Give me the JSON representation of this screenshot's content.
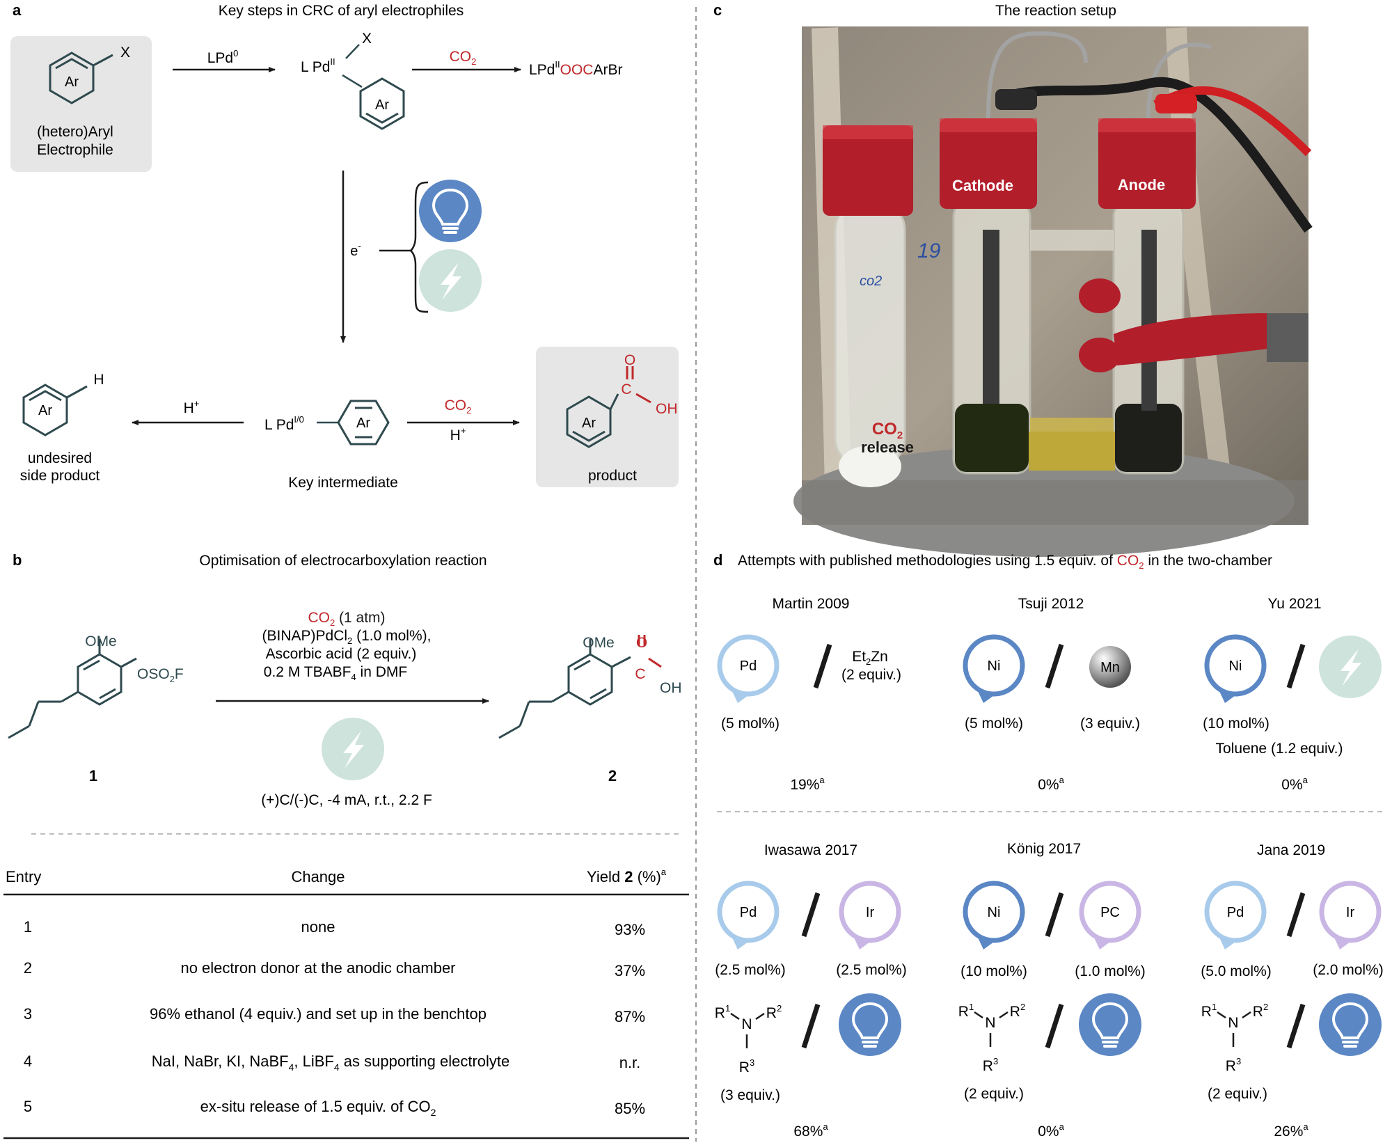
{
  "panel_a": {
    "letter": "a",
    "title": "Key steps in CRC of aryl electrophiles",
    "substrate_ring": "Ar",
    "substrate_x": "X",
    "substrate_label1": "(hetero)Aryl",
    "substrate_label2": "Electrophile",
    "arrow1_label": "LPd",
    "arrow1_sup": "0",
    "pd_l": "L Pd",
    "pd_sup": "II",
    "pd_x": "X",
    "pd_ring": "Ar",
    "arrow2_label": "CO",
    "arrow2_sub": "2",
    "product_text_pd": "LPd",
    "product_text_sup": "II",
    "product_text_red": "OOC",
    "product_text_end": "ArBr",
    "electron_label": "e",
    "electron_sup": "-",
    "intermediate_l": "L Pd",
    "intermediate_sup": "I/0",
    "intermediate_ring": "Ar",
    "intermediate_label": "Key intermediate",
    "left_arrow_label": "H",
    "left_arrow_sup": "+",
    "side_ring": "Ar",
    "side_h": "H",
    "side_label1": "undesired",
    "side_label2": "side product",
    "right_arrow_top": "CO",
    "right_arrow_top_sub": "2",
    "right_arrow_bottom": "H",
    "right_arrow_bottom_sup": "+",
    "product_ring": "Ar",
    "product_o": "O",
    "product_c": "C",
    "product_oh": "OH",
    "product_label": "product"
  },
  "panel_b": {
    "letter": "b",
    "title": "Optimisation of electrocarboxylation reaction",
    "cond1": "CO",
    "cond1_sub": "2",
    "cond1_end": " (1 atm)",
    "cond2": "(BINAP)PdCl",
    "cond2_sub": "2",
    "cond2_end": " (1.0 mol%),",
    "cond3": "Ascorbic acid (2 equiv.)",
    "cond4": "0.2 M TBABF",
    "cond4_sub": "4",
    "cond4_end": " in DMF",
    "cond5": "(+)C/(-)C, -4 mA, r.t., 2.2 F",
    "sm_ome": "OMe",
    "sm_oso2f": "OSO",
    "sm_oso2f_sub": "2",
    "sm_oso2f_end": "F",
    "sm_number": "1",
    "p_ome": "OMe",
    "p_o": "O",
    "p_c": "C",
    "p_oh": "OH",
    "p_number": "2",
    "table": {
      "headers": [
        "Entry",
        "Change",
        "Yield "
      ],
      "yield_bold": "2",
      "yield_end": " (%)",
      "yield_sup": "a",
      "rows": [
        {
          "entry": "1",
          "change": "none",
          "yield": "93%"
        },
        {
          "entry": "2",
          "change": "no electron donor at the anodic chamber",
          "yield": "37%"
        },
        {
          "entry": "3",
          "change": "96% ethanol (4 equiv.) and set up in the benchtop",
          "yield": "87%"
        },
        {
          "entry": "4",
          "change_parts": [
            "NaI, NaBr, KI, NaBF",
            "4",
            ", LiBF",
            "4",
            " as supporting electrolyte"
          ],
          "yield": "n.r."
        },
        {
          "entry": "5",
          "change_parts": [
            "ex-situ release of 1.5 equiv. of CO",
            "2"
          ],
          "yield": "85%"
        }
      ]
    }
  },
  "panel_c": {
    "letter": "c",
    "title": "The reaction setup",
    "cathode": "Cathode",
    "anode": "Anode",
    "co2": "CO",
    "co2_sub": "2",
    "release": "release",
    "tube_mark": "19",
    "tube_note": "co2"
  },
  "panel_d": {
    "letter": "d",
    "title_start": "Attempts with published methodologies using 1.5 equiv. of ",
    "title_red": "CO",
    "title_red_sub": "2",
    "title_end": " in the two-chamber",
    "methods": [
      {
        "name": "Martin 2009",
        "cat": "Pd",
        "cat_amt": "(5 mol%)",
        "partner_main": "Et",
        "partner_sub": "2",
        "partner_end": "Zn",
        "partner_amt": "(2 equiv.)",
        "yield": "19%",
        "yield_sup": "a"
      },
      {
        "name": "Tsuji 2012",
        "cat": "Ni",
        "cat_amt": "(5 mol%)",
        "partner": "Mn",
        "partner_amt": "(3 equiv.)",
        "yield": "0%",
        "yield_sup": "a"
      },
      {
        "name": "Yu 2021",
        "cat": "Ni",
        "cat_amt": "(10 mol%)",
        "extra": "Toluene (1.2 equiv.)",
        "yield": "0%",
        "yield_sup": "a"
      },
      {
        "name": "Iwasawa 2017",
        "cat": "Pd",
        "cat_amt": "(2.5 mol%)",
        "partner": "Ir",
        "partner_amt": "(2.5 mol%)",
        "amine_amt": "(3 equiv.)",
        "yield": "68%",
        "yield_sup": "a"
      },
      {
        "name": "König 2017",
        "cat": "Ni",
        "cat_amt": "(10 mol%)",
        "partner": "PC",
        "partner_amt": "(1.0 mol%)",
        "amine_amt": "(2 equiv.)",
        "yield": "0%",
        "yield_sup": "a"
      },
      {
        "name": "Jana 2019",
        "cat": "Pd",
        "cat_amt": "(5.0 mol%)",
        "partner": "Ir",
        "partner_amt": "(2.0 mol%)",
        "amine_amt": "(2 equiv.)",
        "yield": "26%",
        "yield_sup": "a"
      }
    ],
    "amine_n": "N",
    "amine_r1": "R",
    "amine_r1_sup": "1",
    "amine_r2": "R",
    "amine_r2_sup": "2",
    "amine_r3": "R",
    "amine_r3_sup": "3"
  },
  "colors": {
    "text": "#1a1a1a",
    "red": "#c0282b",
    "bond": "#2f4a4f",
    "gray_box": "#e6e6e6",
    "blue": "#5b87c5",
    "light_blue": "#a8cbeb",
    "green": "#cde3dc",
    "purple": "#c9b6e4"
  }
}
